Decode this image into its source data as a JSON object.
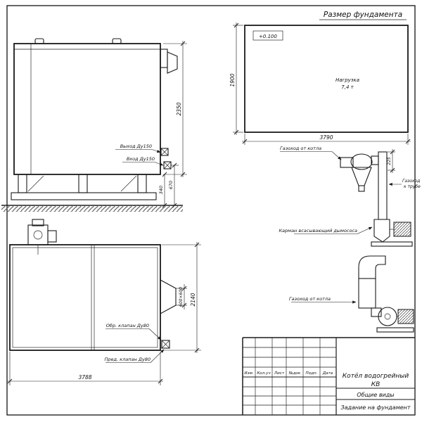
{
  "page": {
    "background": "#ffffff",
    "line_color": "#1a1a1a"
  },
  "foundation": {
    "title": "Размер фундамента",
    "elevation": "+0.100",
    "load_line1": "Нагрузка",
    "load_line2": "7,4 т",
    "dim_width": "3790",
    "dim_depth": "1900"
  },
  "side_view": {
    "label_outlet": "Выход Ду150",
    "label_inlet": "Вход Ду150",
    "dim_height": "2350",
    "dim_inlet_height": "670",
    "dim_base_height": "340"
  },
  "plan_view": {
    "label_check_valve": "Обр. клапан Ду80",
    "label_safety_valve": "Пред. клапан Ду80",
    "dim_length": "3788",
    "dim_width": "2140",
    "dim_flue": "600×600"
  },
  "flue_upper": {
    "label_from_boiler": "Газоход от котла",
    "label_to_stack_1": "Газоход",
    "label_to_stack_2": "к трубе",
    "label_pocket": "Карман всасывающий дымососа",
    "dim_offset": "225"
  },
  "flue_lower": {
    "label_from_boiler": "Газоход от котла"
  },
  "title_block": {
    "headers": [
      "Изм.",
      "Кол.уч",
      "Лист",
      "№док",
      "Подп.",
      "Дата"
    ],
    "product_line1": "Котёл водогрейный",
    "product_line2": "КВ",
    "doc_type": "Общие виды",
    "doc_task": "Задание на фундамент"
  }
}
